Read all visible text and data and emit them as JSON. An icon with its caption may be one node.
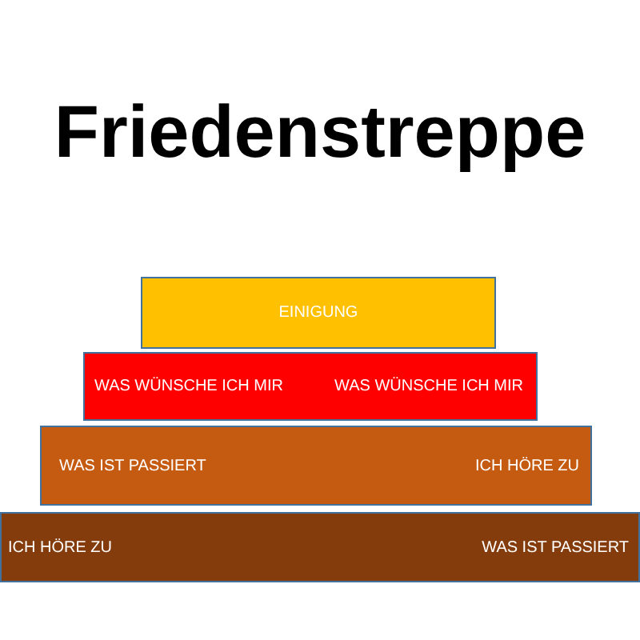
{
  "diagram": {
    "title": "Friedenstreppe",
    "nodes": [
      {
        "text": [
          "EINIGUNG"
        ]
      },
      {
        "text": [
          "WAS WÜNSCHE ICH MIR",
          "WAS WÜNSCHE ICH MIR"
        ]
      },
      {
        "text": [
          "WAS IST PASSIERT",
          "ICH HÖRE ZU"
        ]
      },
      {
        "text": [
          "ICH HÖRE ZU",
          "WAS IST PASSIERT"
        ]
      }
    ]
  }
}
